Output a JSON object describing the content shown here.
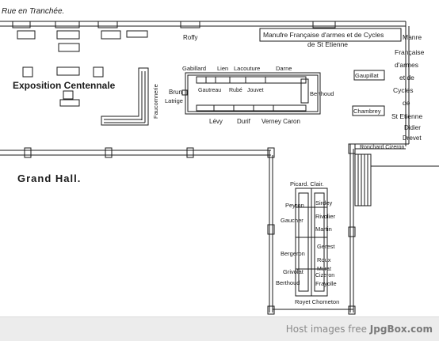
{
  "map": {
    "street": "Rue en Tranchée.",
    "areas": {
      "exposition": "Exposition Centennale",
      "grand_hall": "Grand Hall."
    },
    "manufacture": {
      "banner": "Manufre Française d'armes et de Cycles",
      "banner_line2": "de St Etienne",
      "side": [
        "Manre",
        "Française",
        "d'armes",
        "et de",
        "Cycles",
        "de",
        "St Etienne"
      ]
    },
    "exhibitors": {
      "roffy": "Roffy",
      "faucomnerie": "Faucomnerie",
      "brun": "Brun",
      "latrige": "Latrige",
      "gabillard": "Gabillard",
      "lien": "Lien",
      "lacouture": "Lacouture",
      "darne": "Darne",
      "gautreau": "Gautreau",
      "rube": "Rubé",
      "jouvet": "Jouvet",
      "berthoud_top": "Berthoud",
      "levy": "Lévy",
      "durif": "Durif",
      "verney_caron": "Verney Caron",
      "gaupillat": "Gaupillat",
      "chambrey": "Chambrey",
      "didier": "Didier",
      "drevet": "Drevet",
      "ronchard_cizeron": "Ronchard Cizeron",
      "picard_clair": "Picard. Clair.",
      "peyron": "Peyron",
      "sirdey": "Sirdey",
      "gaucher": "Gaucher",
      "rivolier": "Rivolier",
      "martin": "Martin",
      "gerest": "Gerest",
      "bergeron": "Bergeron",
      "roux": "Roux",
      "grivolat": "Grivolat",
      "murat": "Murat",
      "cizeron": "Cizeron",
      "berthoud_bottom": "Berthoud",
      "frayolle": "Frayolle",
      "royet_chometon": "Royet Chometon"
    }
  },
  "footer": {
    "prefix": "Host images free",
    "brand": "JpgBox.com"
  }
}
